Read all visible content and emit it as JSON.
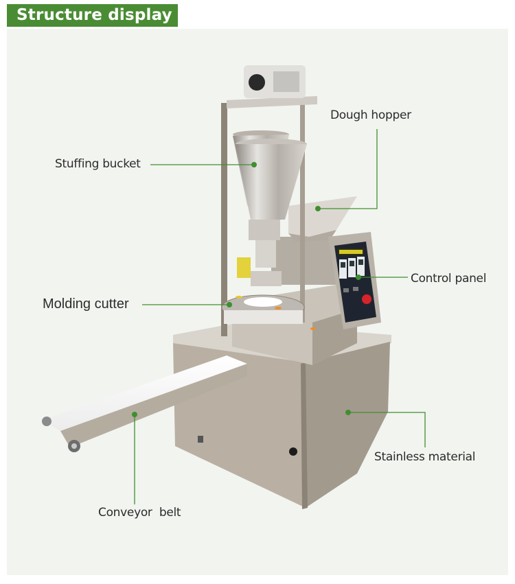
{
  "header": {
    "title": "Structure display",
    "background_color": "#4a8c34",
    "text_color": "#ffffff"
  },
  "panel": {
    "background_color": "#f2f4f0"
  },
  "callout_color": "#3f8f2e",
  "labels": [
    {
      "id": "stuffing-bucket",
      "text": "Stuffing bucket"
    },
    {
      "id": "dough-hopper",
      "text": "Dough hopper"
    },
    {
      "id": "control-panel",
      "text": "Control panel"
    },
    {
      "id": "molding-cutter",
      "text": "Molding cutter"
    },
    {
      "id": "stainless-material",
      "text": "Stainless material"
    },
    {
      "id": "conveyor-belt",
      "text": "Conveyor  belt"
    }
  ]
}
